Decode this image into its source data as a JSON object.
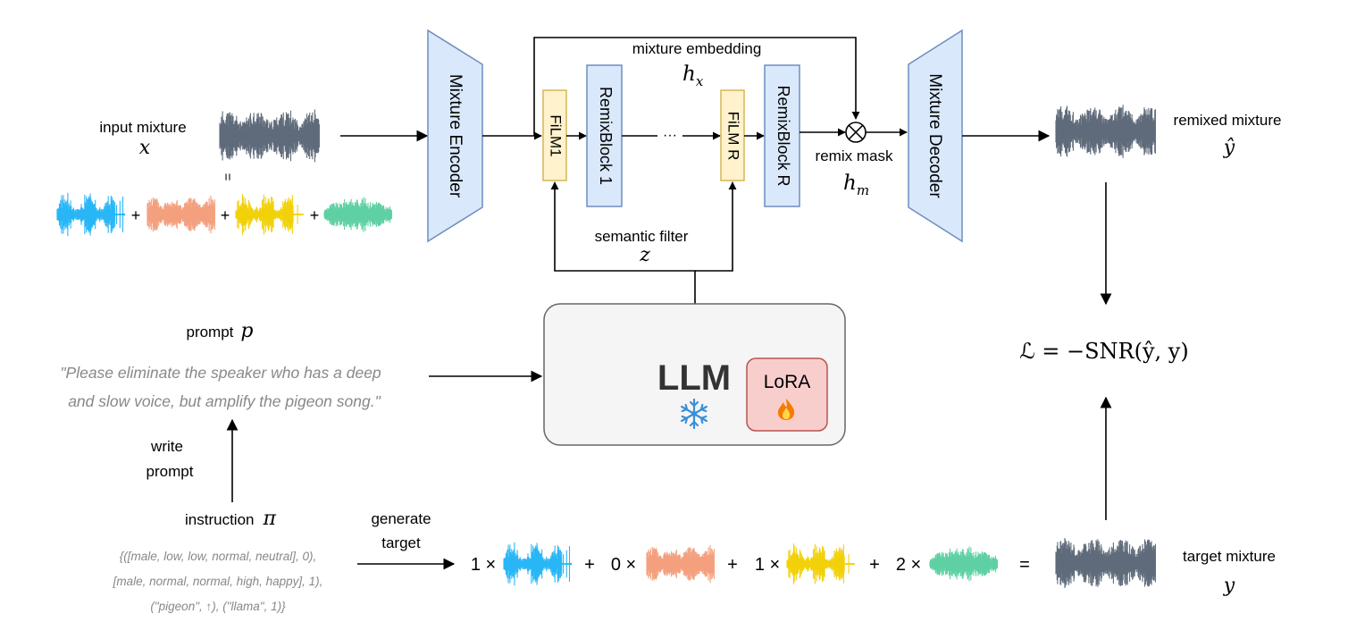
{
  "blocks": {
    "encoder": "Mixture Encoder",
    "decoder": "Mixture Decoder",
    "film1": "FiLM1",
    "filmR": "FiLM R",
    "remix1": "RemixBlock 1",
    "remixR": "RemixBlock R",
    "ellipsis": "···",
    "llm": "LLM",
    "lora": "LoRA"
  },
  "labels": {
    "input_mixture": "input mixture",
    "input_var": "x",
    "equals_rot": "=",
    "mixture_embedding": "mixture embedding",
    "h_x_base": "h",
    "h_x_sub": "x",
    "remix_mask": "remix mask",
    "h_m_base": "h",
    "h_m_sub": "m",
    "semantic_filter": "semantic filter",
    "z_var": "z",
    "remixed_mixture": "remixed mixture",
    "y_hat": "ŷ",
    "prompt_label": "prompt",
    "prompt_var": "p",
    "prompt_line1": "\"Please eliminate the speaker who has a deep",
    "prompt_line2": "and slow voice, but amplify the pigeon song.\"",
    "write": "write",
    "prompt_word": "prompt",
    "instruction_label": "instruction",
    "instruction_var": "π",
    "instr_line1": "{([male, low, low, normal, neutral], 0),",
    "instr_line2": "[male, normal, normal, high, happy], 1),",
    "instr_line3": "(\"pigeon\", ↑), (\"llama\", 1)}",
    "generate": "generate",
    "target_word": "target",
    "target_mixture": "target mixture",
    "y_var": "y",
    "loss": "ℒ = −SNR(ŷ, y)"
  },
  "equation": {
    "plus": "+",
    "equals": "=",
    "terms": [
      {
        "coef": "1 ×",
        "color": "#29b6f6"
      },
      {
        "coef": "0 ×",
        "color": "#f4a07e"
      },
      {
        "coef": "1 ×",
        "color": "#f2d10a"
      },
      {
        "coef": "2 ×",
        "color": "#5fd0a3"
      }
    ]
  },
  "colors": {
    "block_fill": "#dae8fc",
    "block_stroke": "#6c8ebf",
    "film_fill": "#fff2cc",
    "film_stroke": "#d6b656",
    "llm_fill": "#f5f5f5",
    "llm_stroke": "#666666",
    "lora_fill": "#f8cecc",
    "lora_stroke": "#b85450",
    "wave_gray": "#5f6b7a",
    "wave_blue": "#29b6f6",
    "wave_orange": "#f4a07e",
    "wave_yellow": "#f2d10a",
    "wave_green": "#5fd0a3"
  },
  "icons": {
    "snowflake": "snowflake-icon",
    "fire": "fire-icon"
  }
}
